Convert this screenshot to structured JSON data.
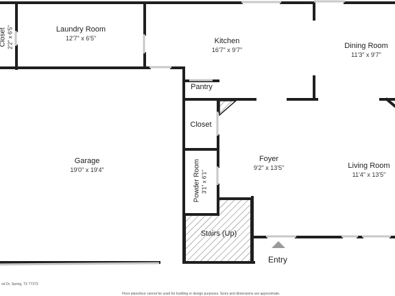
{
  "rooms": {
    "closet_top": {
      "name": "Closet",
      "dims": "2'2\" x 6'5\""
    },
    "laundry": {
      "name": "Laundry Room",
      "dims": "12'7\" x 6'5\""
    },
    "kitchen": {
      "name": "Kitchen",
      "dims": "16'7\" x 9'7\""
    },
    "dining": {
      "name": "Dining Room",
      "dims": "11'3\" x 9'7\""
    },
    "pantry": {
      "name": "Pantry"
    },
    "closet_mid": {
      "name": "Closet"
    },
    "garage": {
      "name": "Garage",
      "dims": "19'0\" x 19'4\""
    },
    "foyer": {
      "name": "Foyer",
      "dims": "9'2\" x 13'5\""
    },
    "living": {
      "name": "Living Room",
      "dims": "11'4\" x 13'5\""
    },
    "powder": {
      "name": "Powder Room",
      "dims": "3'1\" x 6'1\""
    },
    "stairs": {
      "name": "Stairs (Up)"
    }
  },
  "entry": "Entry",
  "footer": {
    "address": "od Dr, Spring, TX 77373",
    "disclaimer": "Floor plans/tour cannot be used for building or design purposes. Sizes and dimensions are approximate."
  },
  "colors": {
    "wall": "#1f1f1f",
    "window": "#c8c8c8",
    "arrow": "#9a9a9a"
  }
}
